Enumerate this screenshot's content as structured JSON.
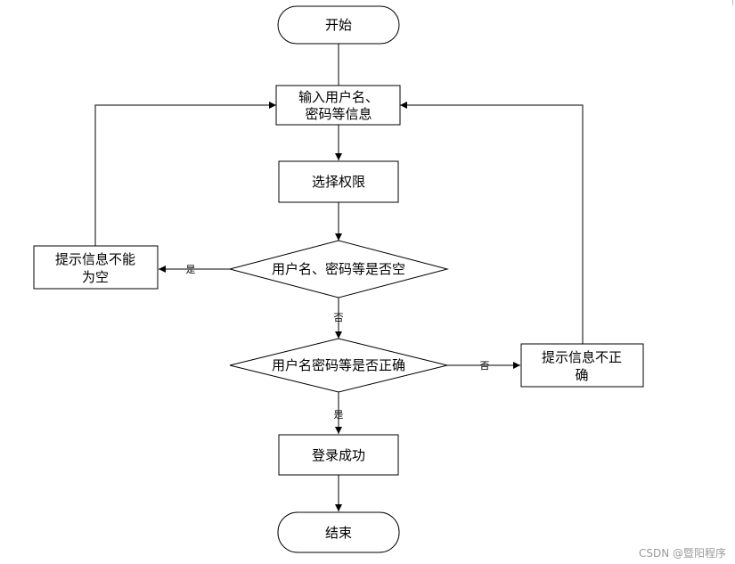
{
  "flowchart": {
    "start": "开始",
    "input": [
      "输入用户名、",
      "密码等信息"
    ],
    "select_permission": "选择权限",
    "decision_empty": "用户名、密码等是否空",
    "prompt_empty": [
      "提示信息不能",
      "为空"
    ],
    "decision_correct": "用户名密码等是否正确",
    "prompt_incorrect": [
      "提示信息不正",
      "确"
    ],
    "login_success": "登录成功",
    "end": "结束",
    "yes": "是",
    "no": "否"
  },
  "watermark": "CSDN @暨阳程序"
}
